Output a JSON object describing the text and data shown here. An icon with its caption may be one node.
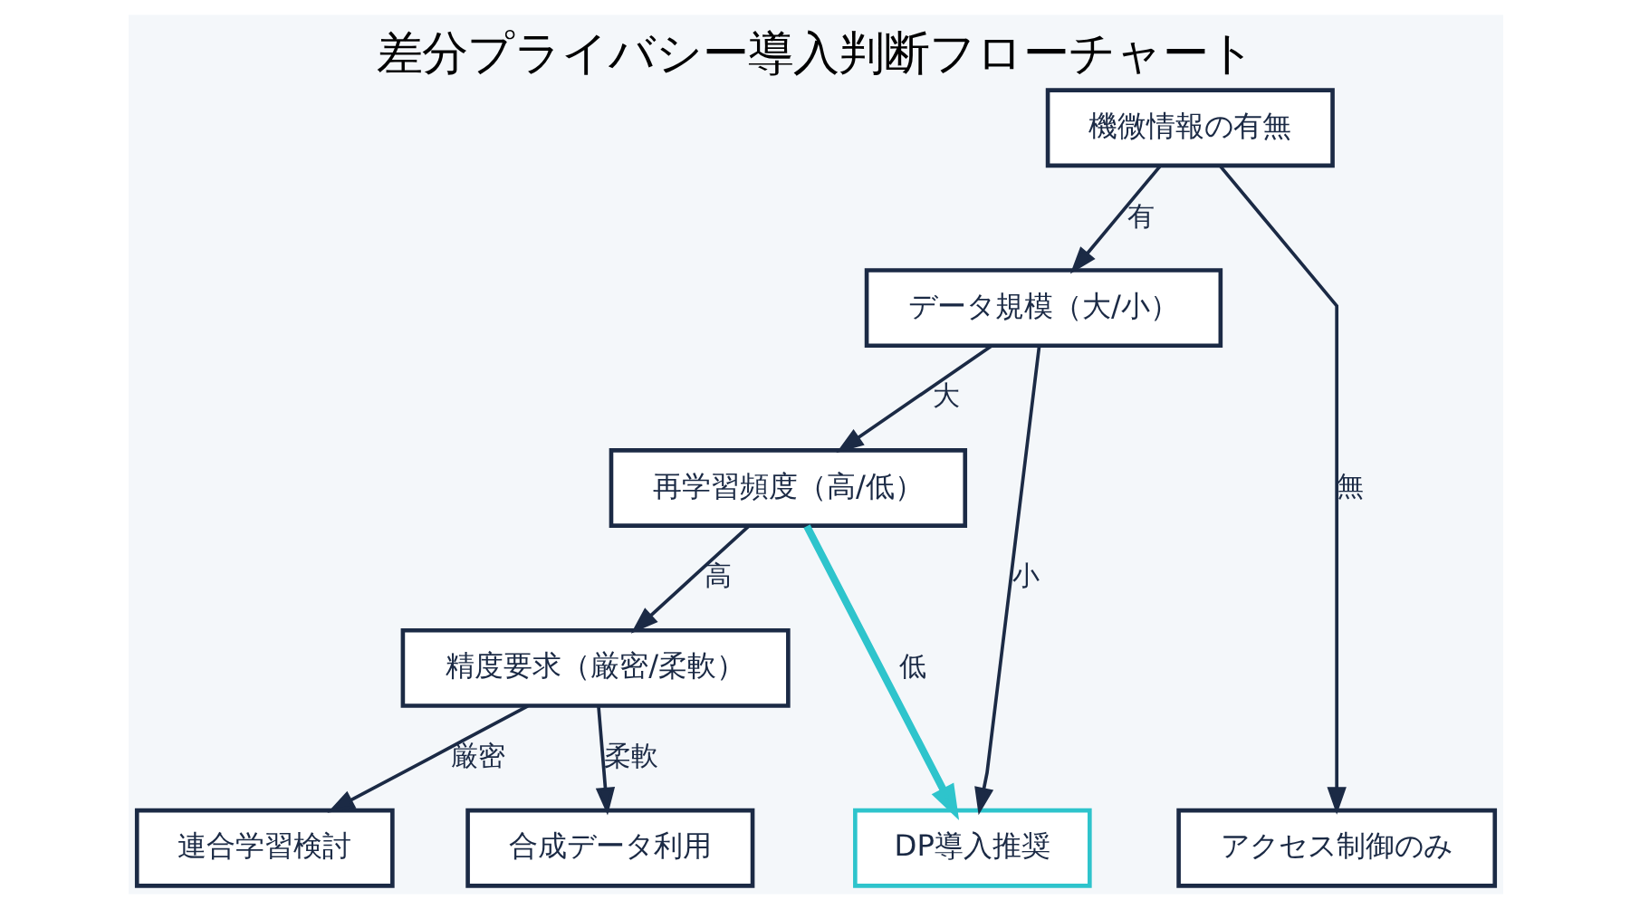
{
  "diagram": {
    "title": "差分プライバシー導入判断フローチャート",
    "nodes": [
      {
        "text": [
          "機微情報の有無"
        ]
      },
      {
        "text": [
          "データ規模（大/小）"
        ]
      },
      {
        "text": [
          "再学習頻度（高/低）"
        ]
      },
      {
        "text": [
          "精度要求（厳密/柔軟）"
        ]
      },
      {
        "text": [
          "連合学習検討"
        ]
      },
      {
        "text": [
          "合成データ利用"
        ]
      },
      {
        "text": [
          "DP導入推奨"
        ]
      },
      {
        "text": [
          "アクセス制御のみ"
        ]
      }
    ],
    "edges": [
      {
        "from": 0,
        "to": 1,
        "arrow": "to",
        "label": "有"
      },
      {
        "from": 0,
        "to": 7,
        "arrow": "to",
        "label": "無"
      },
      {
        "from": 1,
        "to": 2,
        "arrow": "to",
        "label": "大"
      },
      {
        "from": 1,
        "to": 6,
        "arrow": "to",
        "label": "小"
      },
      {
        "from": 2,
        "to": 3,
        "arrow": "to",
        "label": "高"
      },
      {
        "from": 2,
        "to": 6,
        "arrow": "to",
        "label": "低",
        "style": "thick",
        "color": "#2ec4cc"
      },
      {
        "from": 3,
        "to": 4,
        "arrow": "to",
        "label": "厳密"
      },
      {
        "from": 3,
        "to": 5,
        "arrow": "to",
        "label": "柔軟"
      }
    ]
  }
}
